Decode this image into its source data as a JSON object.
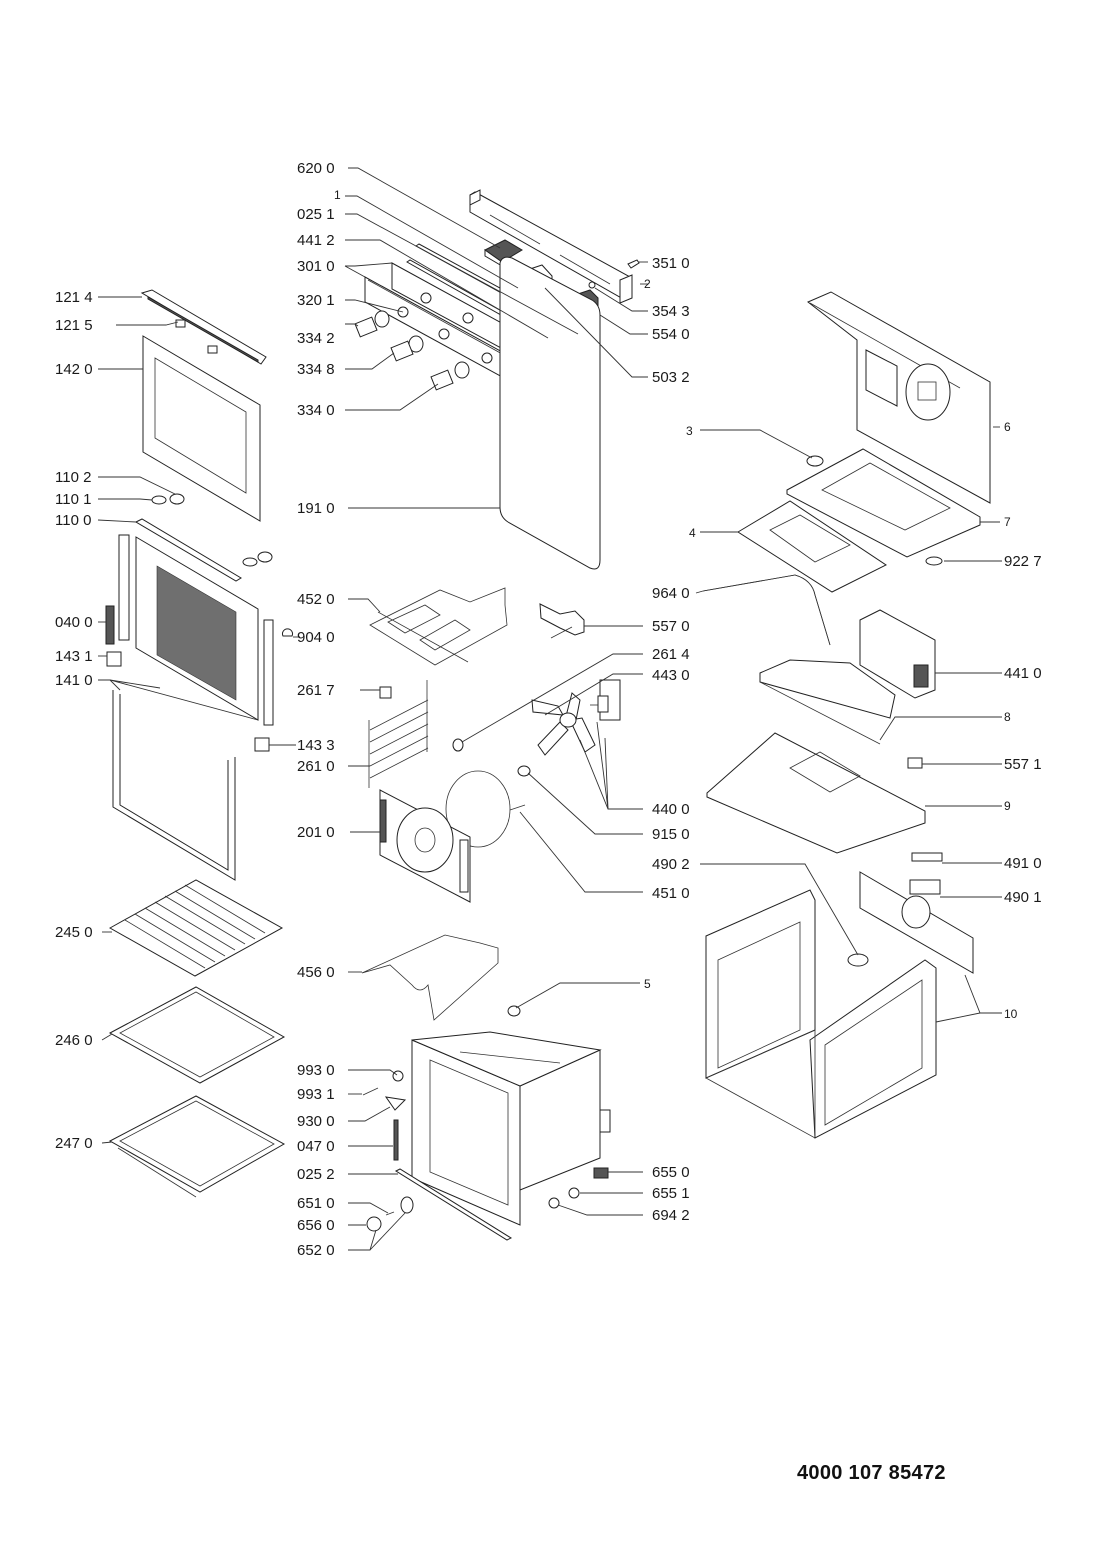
{
  "document": {
    "type": "exploded-parts-diagram",
    "document_number": "4000 107 85472"
  },
  "labels": {
    "p6200": "620 0",
    "p1": "1",
    "p0251": "025 1",
    "p4412": "441 2",
    "p3010": "301 0",
    "p3201": "320 1",
    "p3342": "334 2",
    "p3348": "334 8",
    "p3340": "334 0",
    "p3510": "351 0",
    "p2": "2",
    "p3543": "354 3",
    "p5540": "554 0",
    "p5032": "503 2",
    "p1214": "121 4",
    "p1215": "121 5",
    "p1420": "142 0",
    "p1102": "110 2",
    "p1101": "110 1",
    "p1100": "110 0",
    "p0400": "040 0",
    "p1431": "143 1",
    "p1410": "141 0",
    "p1433": "143 3",
    "p2617": "261 7",
    "p2610": "261 0",
    "p9040": "904 0",
    "p1910": "191 0",
    "p4520": "452 0",
    "p5570": "557 0",
    "p2614": "261 4",
    "p4430": "443 0",
    "p4400": "440 0",
    "p9150": "915 0",
    "p4510": "451 0",
    "p2010": "201 0",
    "p2450": "245 0",
    "p2460": "246 0",
    "p2470": "247 0",
    "p4560": "456 0",
    "p5": "5",
    "p9930": "993 0",
    "p9931": "993 1",
    "p9300": "930 0",
    "p0470": "047 0",
    "p0252": "025 2",
    "p6510": "651 0",
    "p6560": "656 0",
    "p6520": "652 0",
    "p6550": "655 0",
    "p6551": "655 1",
    "p6942": "694 2",
    "p3": "3",
    "p6": "6",
    "p7": "7",
    "p4": "4",
    "p9227": "922 7",
    "p9640": "964 0",
    "p4410": "441 0",
    "p8": "8",
    "p5571": "557 1",
    "p9": "9",
    "p4902": "490 2",
    "p4910": "491 0",
    "p4901": "490 1",
    "p10": "10"
  }
}
